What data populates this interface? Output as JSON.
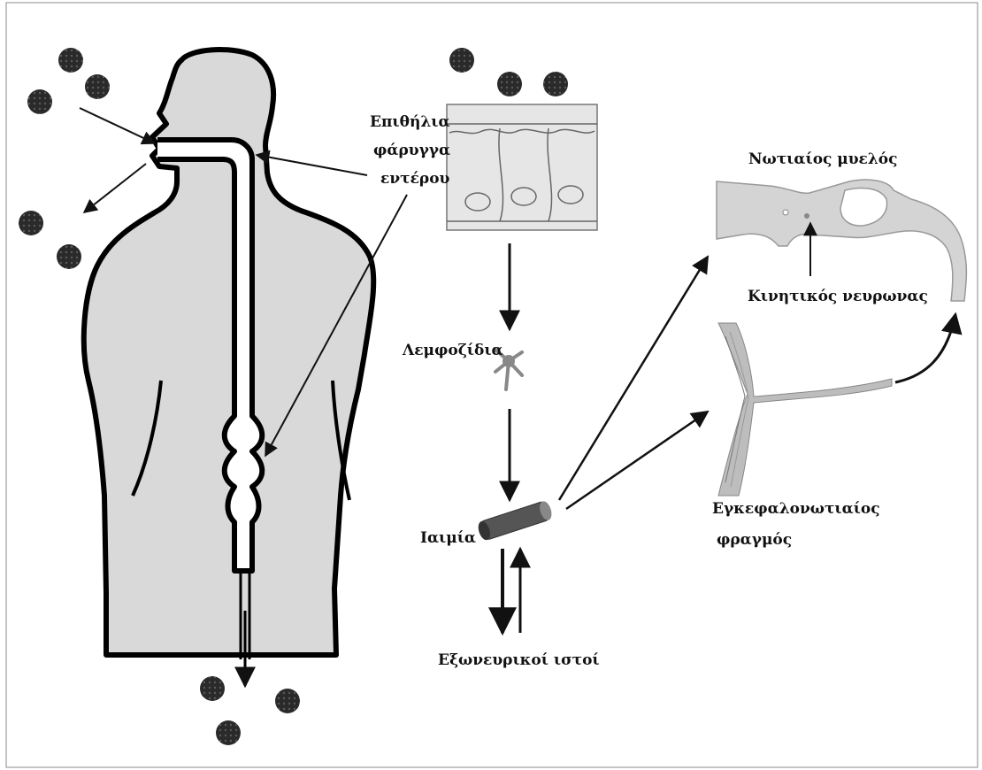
{
  "labels": {
    "epithelium_line1": "Επιθήλια",
    "epithelium_line2": "φάρυγγα",
    "epithelium_line3": "εντέρου",
    "spinal_cord": "Νωτιαίος μυελός",
    "motor_neuron": "Κινητικός νευρωνας",
    "lymphocytes": "Λεμφοζίδια",
    "viremia": "Ιαιμία",
    "bbb_line1": "Εγκεφαλονωτιαίος",
    "bbb_line2": "φραγμός",
    "extraneural": "Εξωνευρικοί ιστοί"
  },
  "colors": {
    "body_fill": "#d9d9d9",
    "outline": "#000000",
    "virus": "#2a2a2a",
    "tissue_fill": "#e6e6e6",
    "arrow": "#111111"
  }
}
